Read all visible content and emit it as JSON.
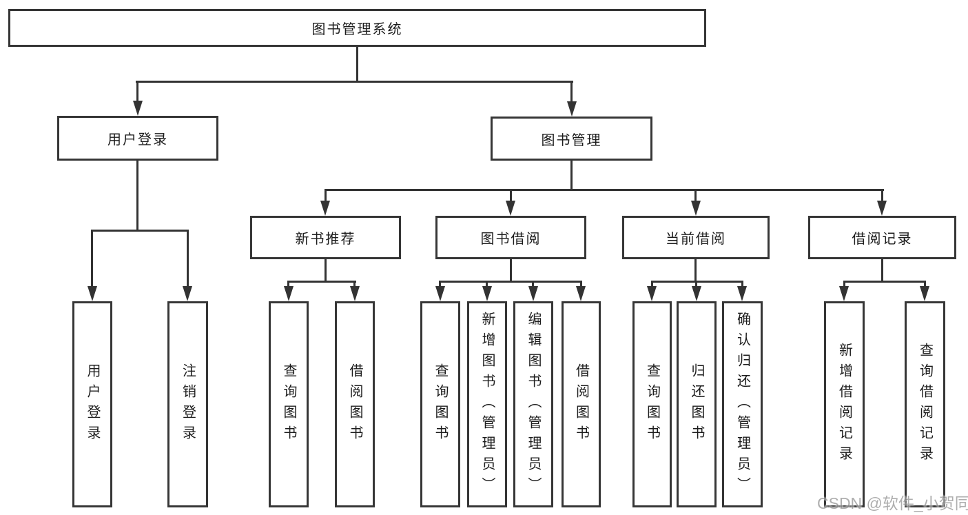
{
  "diagram": {
    "type": "hierarchy-tree",
    "root": {
      "label": "图书管理系统",
      "children": [
        {
          "label": "用户登录",
          "children": [
            {
              "label": "用户登录"
            },
            {
              "label": "注销登录"
            }
          ]
        },
        {
          "label": "图书管理",
          "children": [
            {
              "label": "新书推荐",
              "children": [
                {
                  "label": "查询图书"
                },
                {
                  "label": "借阅图书"
                }
              ]
            },
            {
              "label": "图书借阅",
              "children": [
                {
                  "label": "查询图书"
                },
                {
                  "label": "新增图书（管理员）"
                },
                {
                  "label": "编辑图书（管理员）"
                },
                {
                  "label": "借阅图书"
                }
              ]
            },
            {
              "label": "当前借阅",
              "children": [
                {
                  "label": "查询图书"
                },
                {
                  "label": "归还图书"
                },
                {
                  "label": "确认归还（管理员）"
                }
              ]
            },
            {
              "label": "借阅记录",
              "children": [
                {
                  "label": "新增借阅记录"
                },
                {
                  "label": "查询借阅记录"
                }
              ]
            }
          ]
        }
      ]
    }
  },
  "watermark": {
    "text": "CSDN @软件_小贺同学"
  },
  "colors": {
    "line": "#333333",
    "node_border": "#363636",
    "text": "#1c1c1c",
    "background": "#ffffff",
    "watermark": "#9b9b9b"
  }
}
